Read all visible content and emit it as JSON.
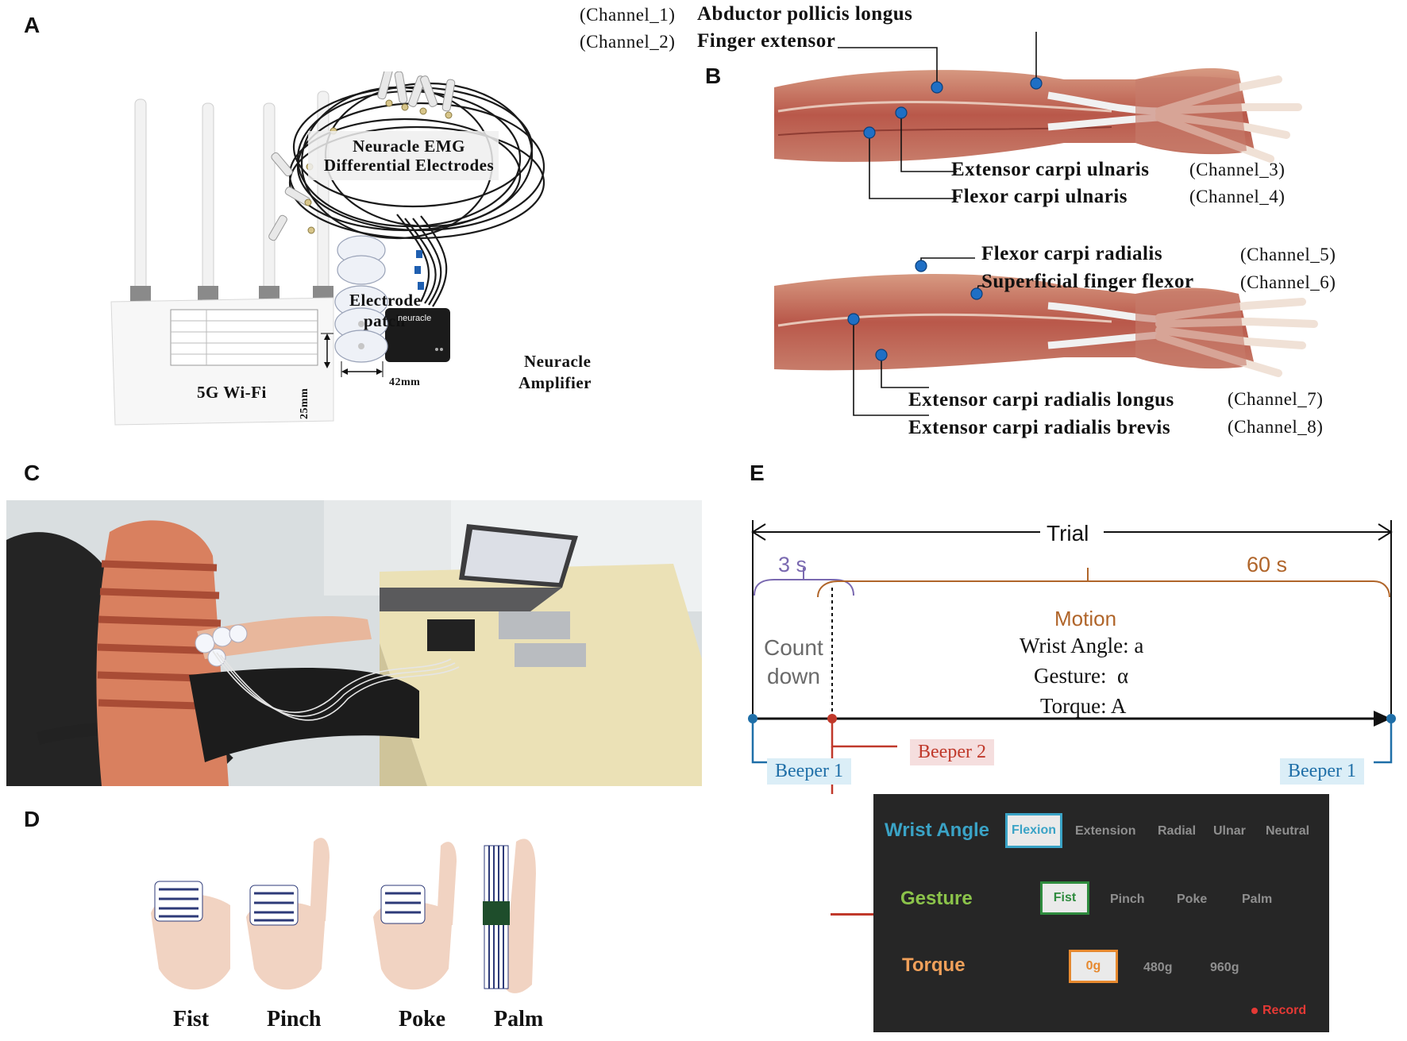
{
  "panels": {
    "a": "A",
    "b": "B",
    "c": "C",
    "d": "D",
    "e": "E"
  },
  "panel_a": {
    "electrodes_label_line1": "Neuracle EMG",
    "electrodes_label_line2": "Differential Electrodes",
    "patch_label_line1": "Electrode",
    "patch_label_line2": "patch",
    "amplifier_label_line1": "Neuracle",
    "amplifier_label_line2": "Amplifier",
    "amplifier_brand": "neuracle",
    "wifi_label": "5G Wi-Fi",
    "dim_height": "25mm",
    "dim_width": "42mm"
  },
  "panel_b": {
    "muscles": [
      {
        "channel": "(Channel_1)",
        "name": "Abductor pollicis longus"
      },
      {
        "channel": "(Channel_2)",
        "name": "Finger extensor"
      },
      {
        "channel": "(Channel_3)",
        "name": "Extensor carpi ulnaris"
      },
      {
        "channel": "(Channel_4)",
        "name": "Flexor carpi ulnaris"
      },
      {
        "channel": "(Channel_5)",
        "name": "Flexor carpi radialis"
      },
      {
        "channel": "(Channel_6)",
        "name": "Superficial finger flexor"
      },
      {
        "channel": "(Channel_7)",
        "name": "Extensor carpi radialis longus"
      },
      {
        "channel": "(Channel_8)",
        "name": "Extensor carpi radialis brevis"
      }
    ],
    "electrode_color": "#1f6fc5"
  },
  "panel_d": {
    "gestures": [
      "Fist",
      "Pinch",
      "Poke",
      "Palm"
    ]
  },
  "panel_e": {
    "trial_label": "Trial",
    "countdown_duration": "3 s",
    "motion_duration": "60 s",
    "countdown_line1": "Count",
    "countdown_line2": "down",
    "motion_title": "Motion",
    "wrist_angle_line": "Wrist Angle: a",
    "gesture_line": "Gesture:  α",
    "torque_line": "Torque: A",
    "beeper1_left": "Beeper 1",
    "beeper2": "Beeper 2",
    "beeper1_right": "Beeper 1",
    "colors": {
      "countdown": "#7a69b0",
      "motion": "#b0652a",
      "beeper1": "#1f6fa8",
      "beeper2": "#c0392b"
    },
    "interface": {
      "wrist_angle_label": "Wrist Angle",
      "wrist_angle_options": [
        "Flexion",
        "Extension",
        "Radial",
        "Ulnar",
        "Neutral"
      ],
      "gesture_label": "Gesture",
      "gesture_options": [
        "Fist",
        "Pinch",
        "Poke",
        "Palm"
      ],
      "torque_label": "Torque",
      "torque_options": [
        "0g",
        "480g",
        "960g"
      ],
      "record_label": "Record",
      "colors": {
        "wrist": "#3aa3c6",
        "gesture": "#8bc34a",
        "torque": "#f0a05a",
        "record": "#e53935"
      }
    }
  }
}
